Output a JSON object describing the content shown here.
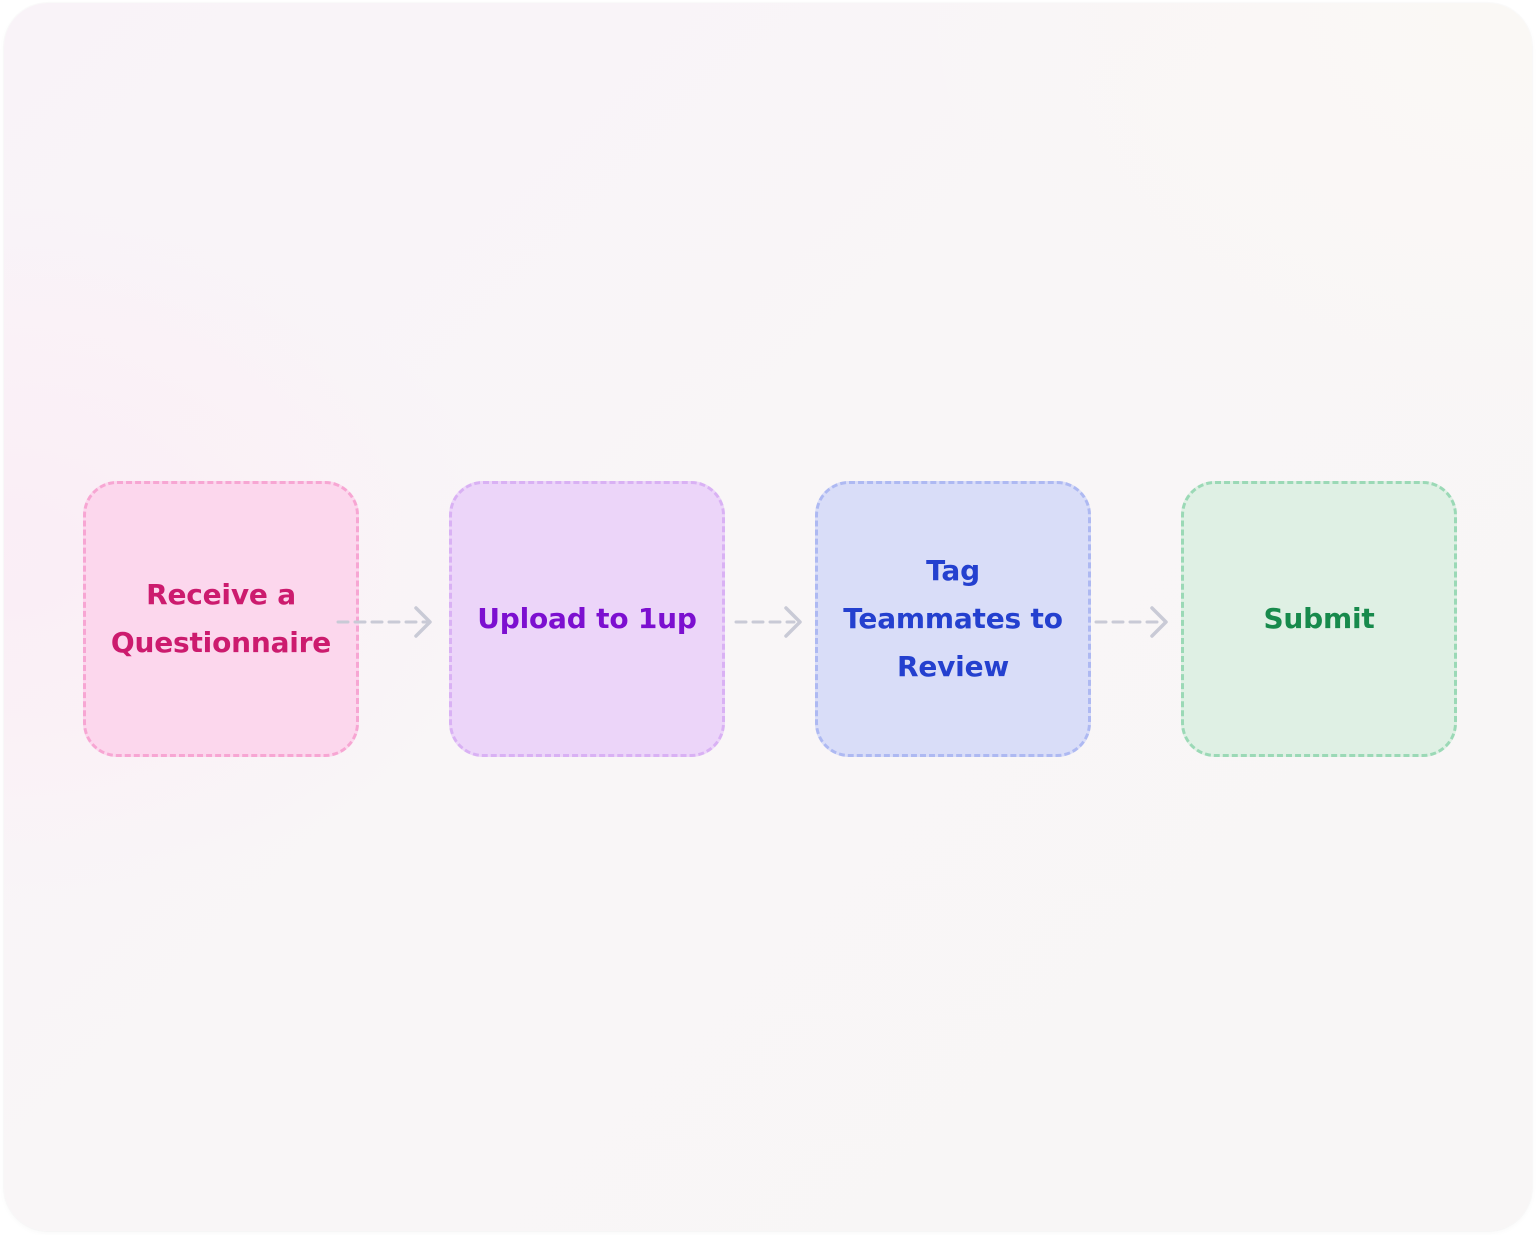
{
  "steps": [
    {
      "label": "Receive a Questionnaire",
      "color": "#cc1b6e",
      "background": "#fcd7ed",
      "border": "#f7a6d3"
    },
    {
      "label": "Upload to 1up",
      "color": "#7c0fd0",
      "background": "#ecd5f9",
      "border": "#d9b1f4"
    },
    {
      "label": "Tag Teammates to Review",
      "color": "#2440cf",
      "background": "#d9ddf8",
      "border": "#aeb9f2"
    },
    {
      "label": "Submit",
      "color": "#178a4c",
      "background": "#dff0e4",
      "border": "#9bd9b6"
    }
  ],
  "connectors": [
    {
      "from": "Receive a Questionnaire",
      "to": "Upload to 1up",
      "icon": "dashed-arrow-right-icon",
      "color": "#c9cad6"
    },
    {
      "from": "Upload to 1up",
      "to": "Tag Teammates to Review",
      "icon": "dashed-arrow-right-icon",
      "color": "#c9cad6"
    },
    {
      "from": "Tag Teammates to Review",
      "to": "Submit",
      "icon": "dashed-arrow-right-icon",
      "color": "#c9cad6"
    }
  ]
}
